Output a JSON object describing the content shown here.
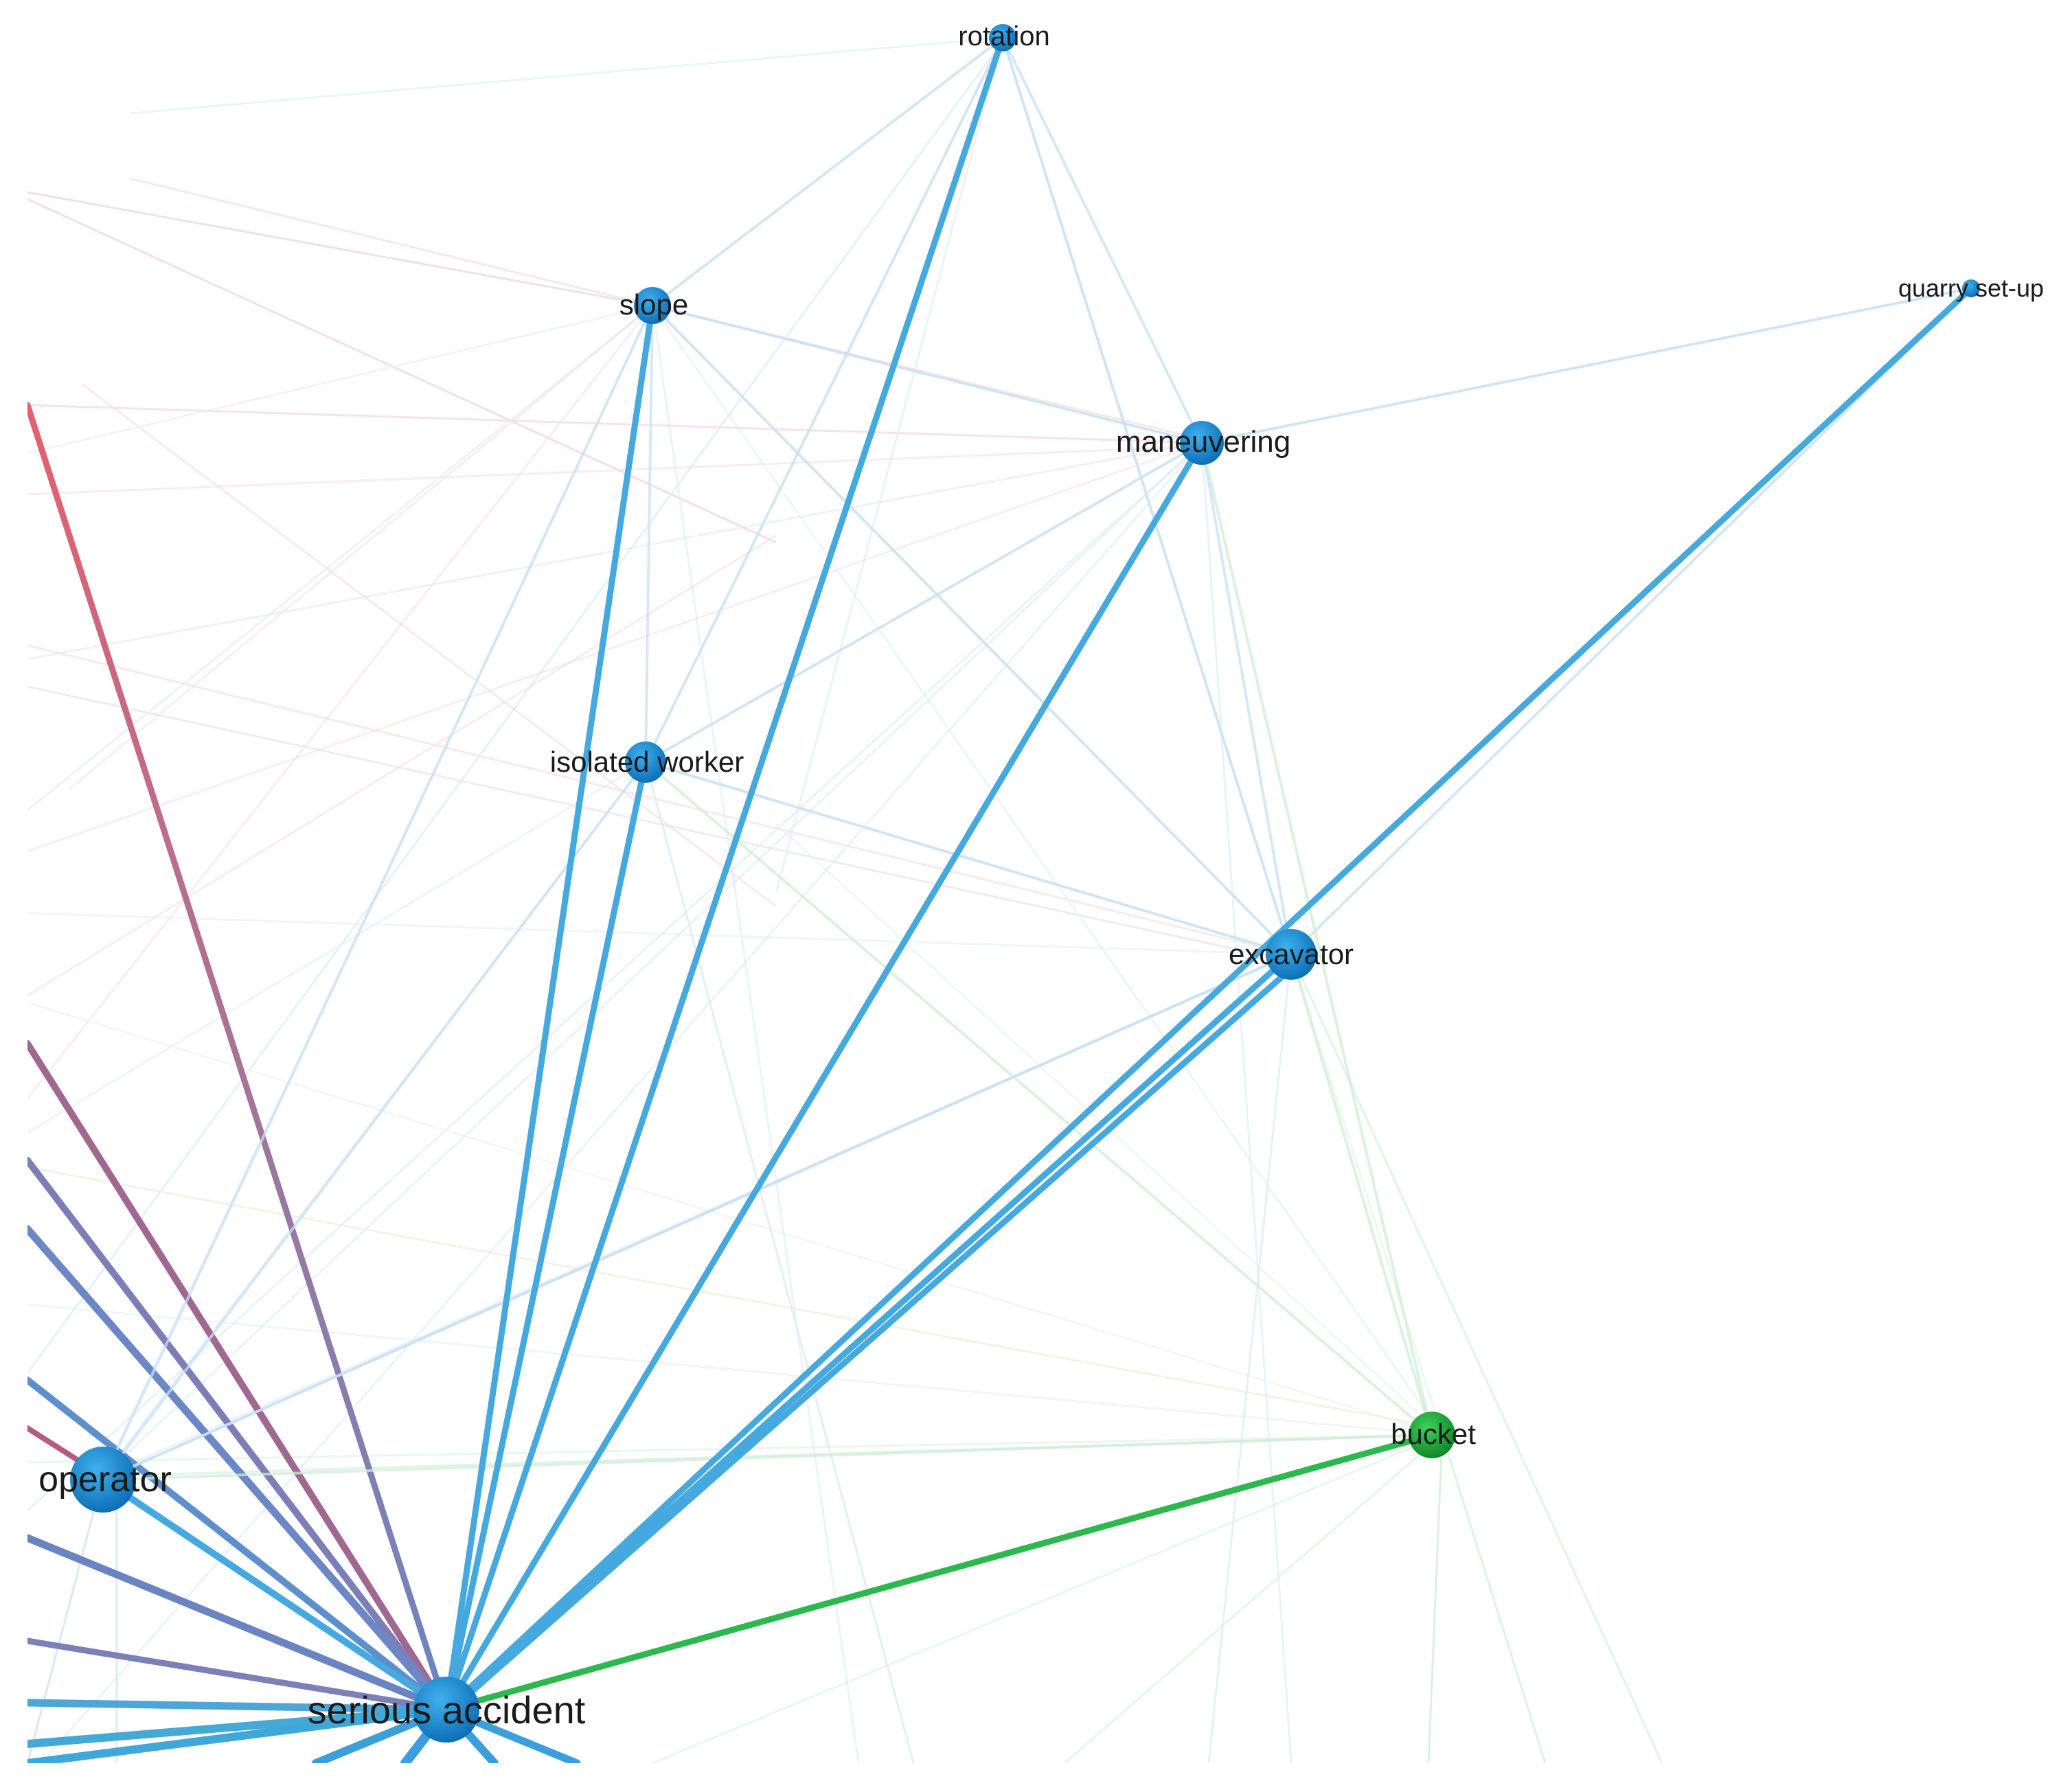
{
  "network": {
    "colors": {
      "blue_node": "#1e8fd6",
      "blue_node_dark": "#0b6fb8",
      "green_node": "#1fae3a",
      "green_node_dark": "#108a26",
      "blue_edge": "#45a9df",
      "green_edge": "#2cb84c",
      "red_edge": "#e0606b",
      "purple_edge": "#7b7fb3",
      "faint_blue": "#c7e0f5",
      "faint_red": "#f6cdd2",
      "faint_green": "#cdeed5",
      "label": "#1a1a1a"
    },
    "nodes": [
      {
        "id": "rotation",
        "label": "rotation",
        "cluster": "blue"
      },
      {
        "id": "slope",
        "label": "slope",
        "cluster": "blue"
      },
      {
        "id": "quarry",
        "label": "quarry set-up",
        "cluster": "blue"
      },
      {
        "id": "maneuvering",
        "label": "maneuvering",
        "cluster": "blue"
      },
      {
        "id": "isolated",
        "label": "isolated worker",
        "cluster": "blue"
      },
      {
        "id": "excavator",
        "label": "excavator",
        "cluster": "blue"
      },
      {
        "id": "bucket",
        "label": "bucket",
        "cluster": "green"
      },
      {
        "id": "operator",
        "label": "operator",
        "cluster": "blue"
      },
      {
        "id": "serious",
        "label": "serious accident",
        "cluster": "blue"
      }
    ],
    "strong_links": [
      {
        "source": "serious",
        "target": "rotation",
        "color": "blue"
      },
      {
        "source": "serious",
        "target": "slope",
        "color": "blue"
      },
      {
        "source": "serious",
        "target": "isolated",
        "color": "blue"
      },
      {
        "source": "serious",
        "target": "maneuvering",
        "color": "blue"
      },
      {
        "source": "serious",
        "target": "excavator",
        "color": "blue"
      },
      {
        "source": "serious",
        "target": "quarry",
        "color": "blue"
      },
      {
        "source": "serious",
        "target": "bucket",
        "color": "green"
      },
      {
        "source": "serious",
        "target": "operator",
        "color": "blue"
      }
    ],
    "faint_links": [
      [
        "rotation",
        "slope"
      ],
      [
        "rotation",
        "maneuvering"
      ],
      [
        "rotation",
        "excavator"
      ],
      [
        "rotation",
        "isolated"
      ],
      [
        "slope",
        "maneuvering"
      ],
      [
        "slope",
        "excavator"
      ],
      [
        "slope",
        "isolated"
      ],
      [
        "maneuvering",
        "quarry"
      ],
      [
        "maneuvering",
        "excavator"
      ],
      [
        "maneuvering",
        "isolated"
      ],
      [
        "maneuvering",
        "bucket"
      ],
      [
        "isolated",
        "excavator"
      ],
      [
        "isolated",
        "operator"
      ],
      [
        "isolated",
        "bucket"
      ],
      [
        "excavator",
        "bucket"
      ],
      [
        "excavator",
        "operator"
      ],
      [
        "quarry",
        "excavator"
      ],
      [
        "bucket",
        "operator"
      ],
      [
        "slope",
        "operator"
      ],
      [
        "operator",
        "excavator"
      ]
    ]
  }
}
